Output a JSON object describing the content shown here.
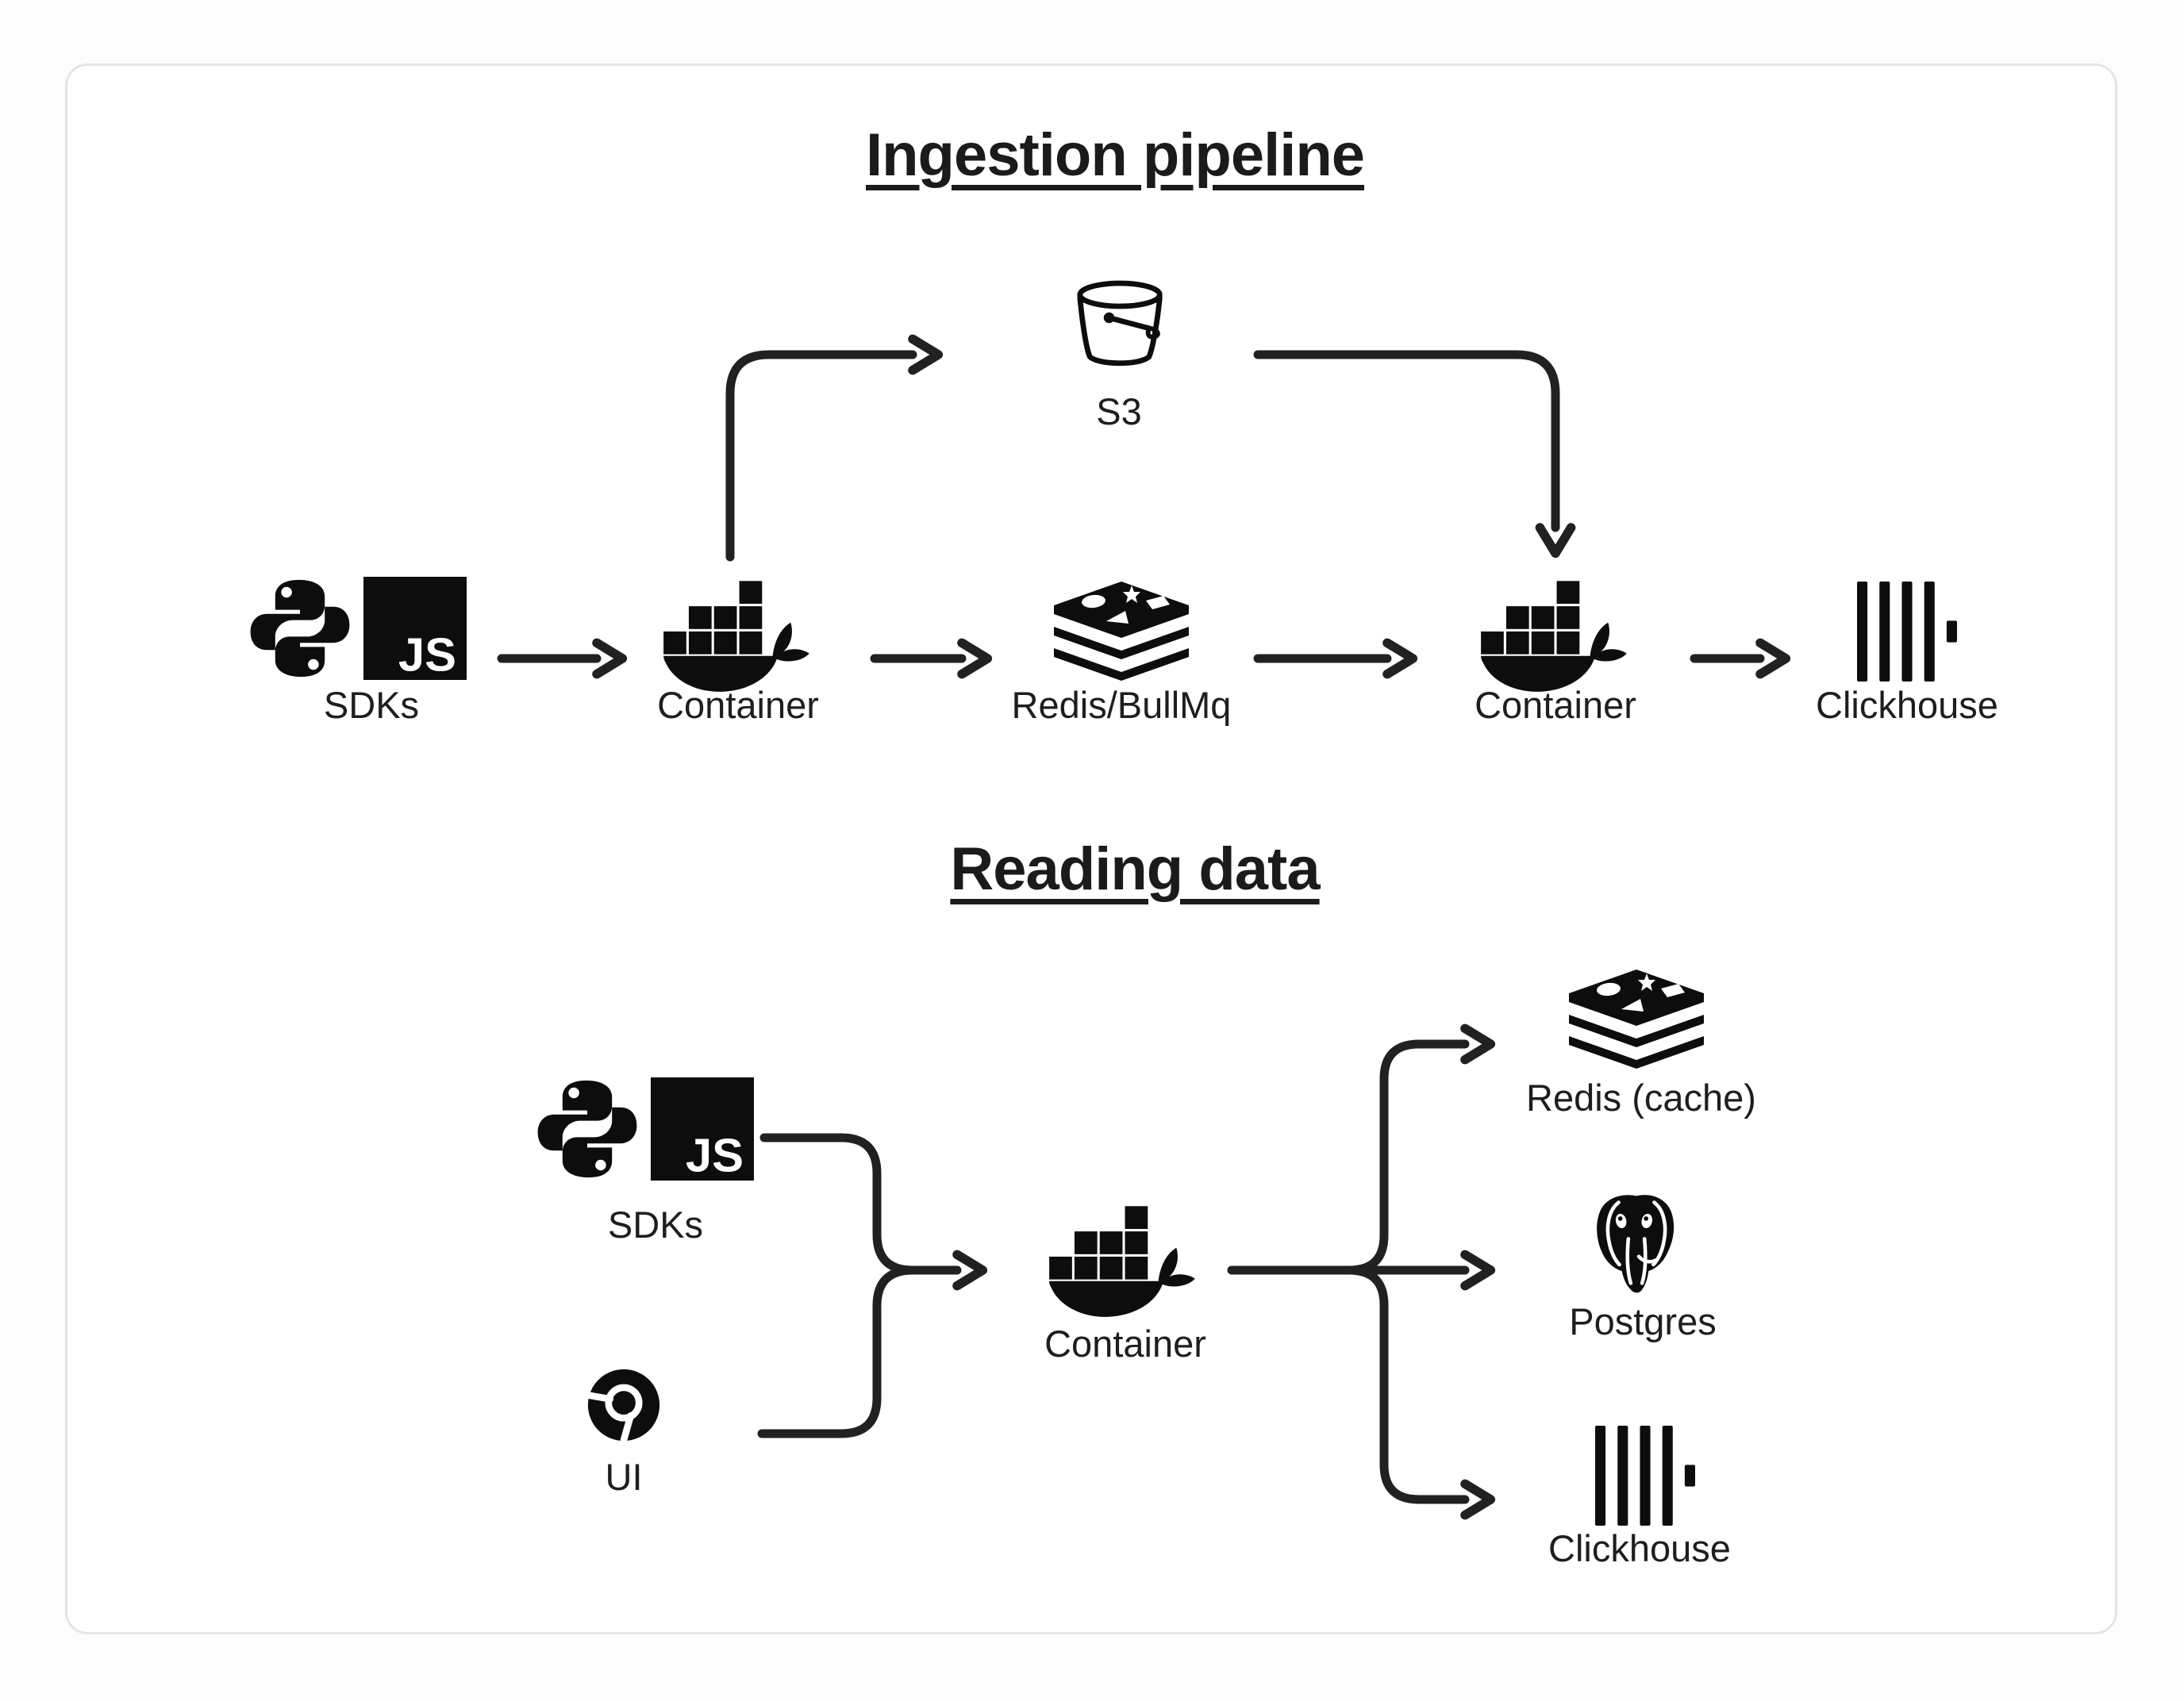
{
  "colors": {
    "ink": "#0d0d0d",
    "line": "#212121",
    "card_border": "#e5e5e5",
    "card_bg": "#ffffff",
    "label_text": "#1e1e1e"
  },
  "glyphs": {
    "javascript_badge": "JS"
  },
  "ingestion": {
    "title": "Ingestion pipeline",
    "nodes": {
      "sdks": {
        "label": "SDKs",
        "icons": [
          "python-icon",
          "javascript-icon"
        ]
      },
      "container_ingest": {
        "label": "Container",
        "icons": [
          "docker-icon"
        ]
      },
      "s3": {
        "label": "S3",
        "icons": [
          "s3-bucket-icon"
        ]
      },
      "redis_bullmq": {
        "label": "Redis/BullMq",
        "icons": [
          "redis-icon"
        ]
      },
      "container_worker": {
        "label": "Container",
        "icons": [
          "docker-icon"
        ]
      },
      "clickhouse": {
        "label": "Clickhouse",
        "icons": [
          "clickhouse-icon"
        ]
      }
    },
    "edges": [
      {
        "from": "sdks",
        "to": "container_ingest"
      },
      {
        "from": "container_ingest",
        "to": "s3"
      },
      {
        "from": "container_ingest",
        "to": "redis_bullmq"
      },
      {
        "from": "s3",
        "to": "container_worker"
      },
      {
        "from": "redis_bullmq",
        "to": "container_worker"
      },
      {
        "from": "container_worker",
        "to": "clickhouse"
      }
    ]
  },
  "reading": {
    "title": "Reading data",
    "nodes": {
      "sdks": {
        "label": "SDKs",
        "icons": [
          "python-icon",
          "javascript-icon"
        ]
      },
      "ui": {
        "label": "UI",
        "icons": [
          "chrome-icon"
        ]
      },
      "container": {
        "label": "Container",
        "icons": [
          "docker-icon"
        ]
      },
      "redis_cache": {
        "label": "Redis (cache)",
        "icons": [
          "redis-icon"
        ]
      },
      "postgres": {
        "label": "Postgres",
        "icons": [
          "postgres-icon"
        ]
      },
      "clickhouse": {
        "label": "Clickhouse",
        "icons": [
          "clickhouse-icon"
        ]
      }
    },
    "edges": [
      {
        "from": "sdks",
        "to": "container"
      },
      {
        "from": "ui",
        "to": "container"
      },
      {
        "from": "container",
        "to": "redis_cache"
      },
      {
        "from": "container",
        "to": "postgres"
      },
      {
        "from": "container",
        "to": "clickhouse"
      }
    ]
  }
}
